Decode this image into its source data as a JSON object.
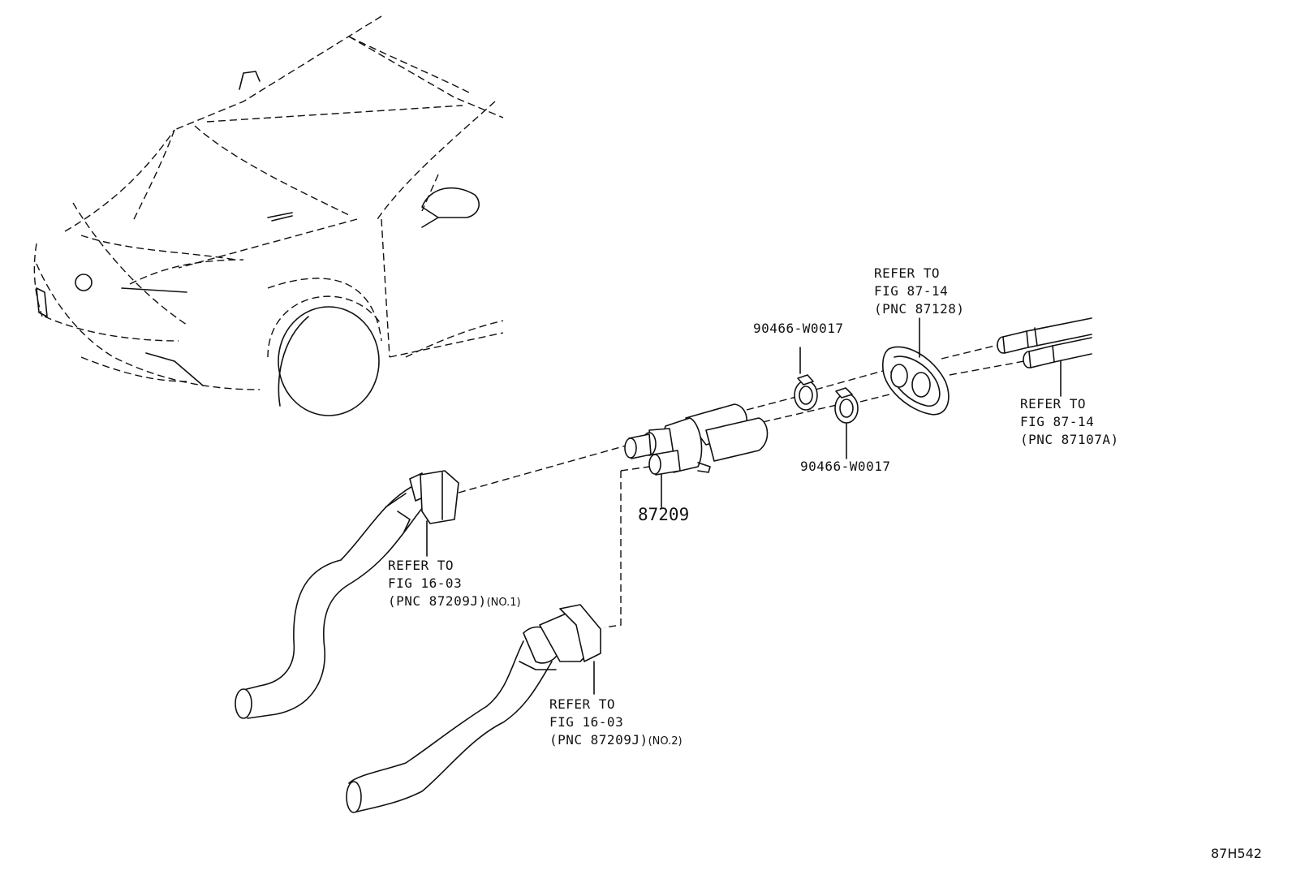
{
  "figure_id": "87H542",
  "parts": {
    "main_part": "87209",
    "clamp_upper": "90466-W0017",
    "clamp_lower": "90466-W0017"
  },
  "callouts": {
    "grommet_ref": {
      "line1": "REFER TO",
      "line2": "FIG 87-14",
      "line3": "(PNC 87128)"
    },
    "pipe_ref": {
      "line1": "REFER TO",
      "line2": "FIG 87-14",
      "line3": "(PNC 87107A)"
    },
    "hose1_ref": {
      "line1": "REFER TO",
      "line2": "FIG 16-03",
      "line3": "(PNC 87209J)",
      "suffix": "(NO.1)"
    },
    "hose2_ref": {
      "line1": "REFER TO",
      "line2": "FIG 16-03",
      "line3": "(PNC 87209J)",
      "suffix": "(NO.2)"
    }
  }
}
